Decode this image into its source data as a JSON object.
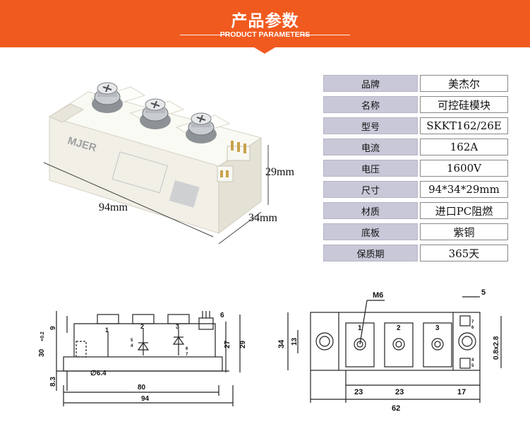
{
  "header": {
    "title": "产品参数",
    "subtitle": "PRODUCT PARAMETERS"
  },
  "photo": {
    "brand_mark": "MJER",
    "dim_length": "94mm",
    "dim_height": "29mm",
    "dim_width": "34mm"
  },
  "specs": [
    {
      "key": "品牌",
      "value": "美杰尔"
    },
    {
      "key": "名称",
      "value": "可控硅模块"
    },
    {
      "key": "型号",
      "value": "SKKT162/26E"
    },
    {
      "key": "电流",
      "value": "162A"
    },
    {
      "key": "电压",
      "value": "1600V"
    },
    {
      "key": "尺寸",
      "value": "94*34*29mm"
    },
    {
      "key": "材质",
      "value": "进口PC阻燃"
    },
    {
      "key": "底板",
      "value": "紫铜"
    },
    {
      "key": "保质期",
      "value": "365天"
    }
  ],
  "side_drawing": {
    "dim_30": "30",
    "dim_tol": "+0.2",
    "dim_9": "9",
    "dim_83": "8.3",
    "dim_64": "∅6.4",
    "dim_6": "6",
    "dim_27": "27",
    "dim_29": "29",
    "dim_80": "80",
    "dim_94": "94",
    "term_1": "1",
    "term_2": "2",
    "term_3": "3",
    "pin_5": "5",
    "pin_4": "4",
    "pin_6": "6",
    "pin_7": "7"
  },
  "top_drawing": {
    "m6": "M6",
    "dim_5": "5",
    "dim_34": "34",
    "dim_13": "13",
    "dim_08": "0.8x2.8",
    "dim_23a": "23",
    "dim_23b": "23",
    "dim_17": "17",
    "dim_62": "62",
    "term_1": "1",
    "term_2": "2",
    "term_3": "3",
    "pin_7": "7",
    "pin_6": "6",
    "pin_4": "4",
    "pin_5": "5"
  }
}
